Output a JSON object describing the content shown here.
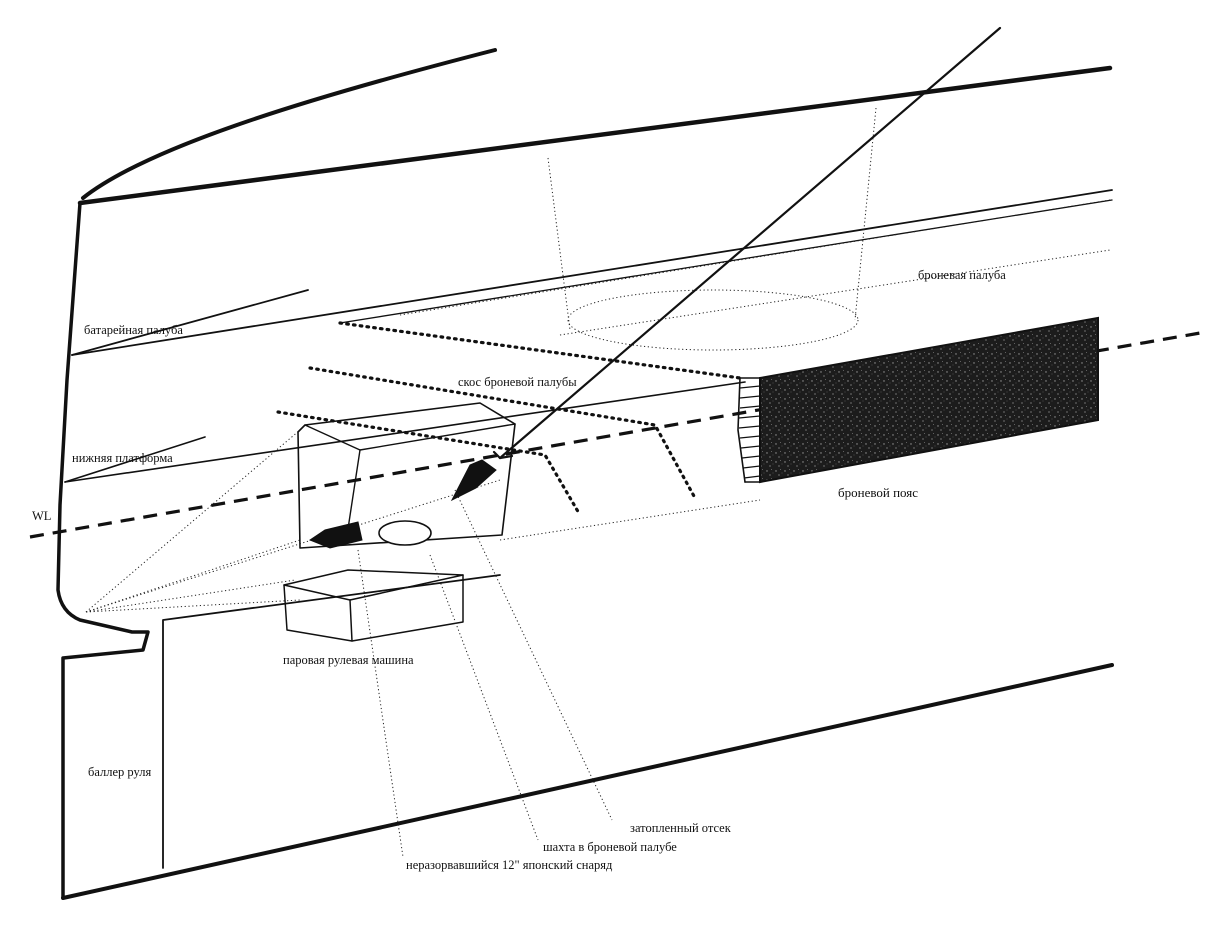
{
  "labels": {
    "battery_deck": "батарейная палуба",
    "armor_deck": "броневая палуба",
    "armor_deck_slope": "скос броневой палубы",
    "lower_platform": "нижняя платформа",
    "waterline": "WL",
    "armor_belt": "броневой пояс",
    "steering_engine": "паровая рулевая машина",
    "rudder_stock": "баллер руля",
    "flooded_compartment": "затопленный отсек",
    "armor_deck_shaft": "шахта в броневой палубе",
    "unexploded_shell": "неразорвавшийся 12\" японский снаряд"
  },
  "colors": {
    "line": "#111111",
    "armor_belt_fill": "#1c1c1c",
    "background": "#ffffff"
  }
}
